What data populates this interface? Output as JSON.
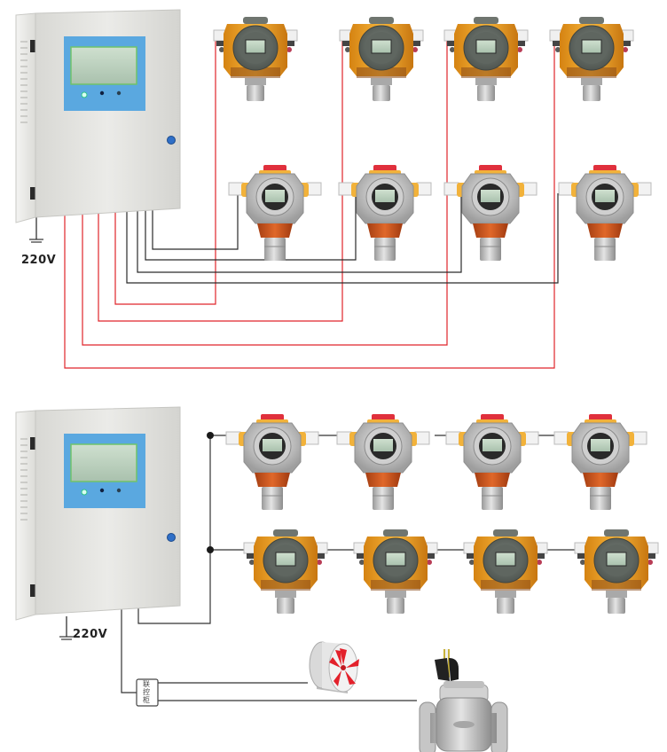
{
  "diagram": {
    "title": "",
    "sections": [
      {
        "id": "bus-star-wiring",
        "controller": {
          "name": "gas-alarm-controller",
          "power_label": "220V"
        },
        "detector_rows": [
          {
            "style": "yellow-explosion-proof",
            "count": 4,
            "wire_color": "#e0242a"
          },
          {
            "style": "silver-with-red-alarm-lamp",
            "count": 4,
            "wire_color": "#222222"
          }
        ]
      },
      {
        "id": "bus-parallel-wiring",
        "controller": {
          "name": "gas-alarm-controller",
          "power_label": "220V"
        },
        "detector_rows": [
          {
            "style": "silver-with-red-alarm-lamp",
            "count": 4,
            "wire_color": "#333333"
          },
          {
            "style": "yellow-explosion-proof",
            "count": 4,
            "wire_color": "#333333"
          }
        ],
        "linkage_box": {
          "label": "联\n控\n柜"
        },
        "outputs": [
          {
            "name": "axial-exhaust-fan"
          },
          {
            "name": "gas-shutoff-solenoid-valve"
          }
        ]
      }
    ],
    "colors": {
      "red_wire": "#e0242a",
      "black_wire": "#2a2a2a",
      "panel_blue": "#5aa8e0",
      "cabinet_gray": "#e4e4e0",
      "detector_yellow": "#f2a52a",
      "detector_silver": "#bdbdbd",
      "detector_orange": "#c8551e",
      "alarm_red": "#e0303c",
      "fan_red": "#e3212b"
    }
  }
}
